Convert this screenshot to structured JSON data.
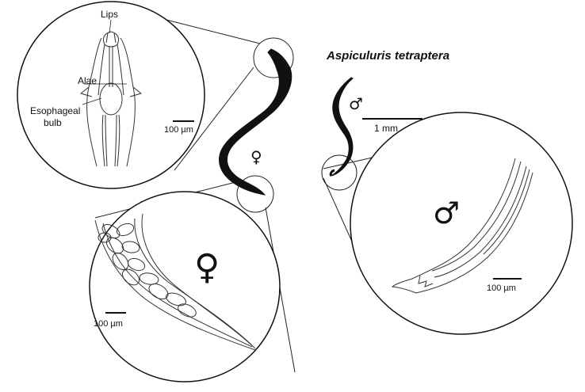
{
  "title": "Aspiculuris tetraptera",
  "labels": {
    "lips": "Lips",
    "alae": "Alae",
    "esophageal_1": "Esophageal",
    "esophageal_2": "bulb"
  },
  "scale_bars": {
    "head": "100 µm",
    "body_mm": "1 mm",
    "male_tail": "100 µm",
    "female_tail": "100 µm"
  },
  "symbols": {
    "female": "♀",
    "male": "♂"
  }
}
